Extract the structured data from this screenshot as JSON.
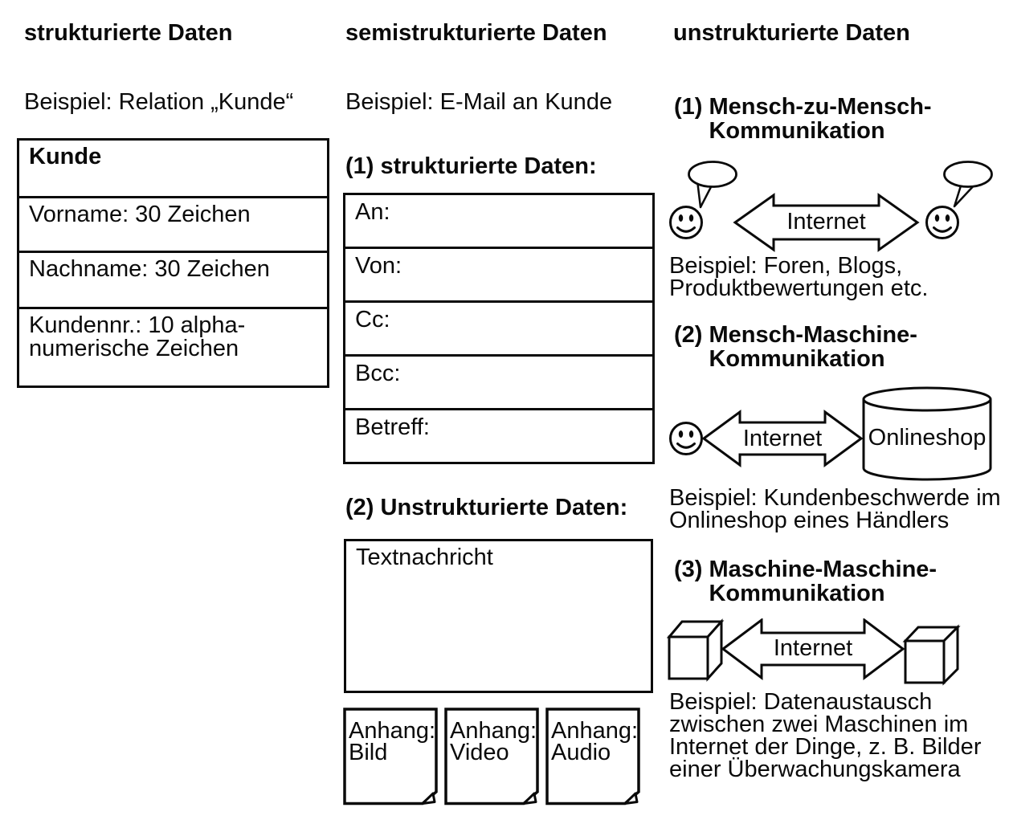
{
  "page": {
    "background": "#ffffff",
    "ink": "#0a0a0a"
  },
  "col_structured": {
    "title": "strukturierte Daten",
    "example": "Beispiel: Relation „Kunde“",
    "table": {
      "header": "Kunde",
      "rows": [
        [
          "Vorname: 30 Zeichen"
        ],
        [
          "Nachname: 30 Zeichen"
        ],
        [
          "Kundennr.: 10 alpha-",
          "numerische Zeichen"
        ]
      ]
    }
  },
  "col_semistructured": {
    "title": "semistrukturierte Daten",
    "example": "Beispiel: E-Mail an Kunde",
    "part1_label": "(1) strukturierte Daten:",
    "email_fields": [
      "An:",
      "Von:",
      "Cc:",
      "Bcc:",
      "Betreff:"
    ],
    "part2_label": "(2) Unstrukturierte Daten:",
    "message_box": "Textnachricht",
    "attachments": [
      [
        "Anhang:",
        "Bild"
      ],
      [
        "Anhang:",
        "Video"
      ],
      [
        "Anhang:",
        "Audio"
      ]
    ]
  },
  "col_unstructured": {
    "title": "unstrukturierte Daten",
    "sections": [
      {
        "num": "(1)",
        "heading": [
          "Mensch-zu-Mensch-",
          "Kommunikation"
        ],
        "arrow_label": "Internet",
        "example": [
          "Beispiel: Foren, Blogs,",
          "Produktbewertungen etc."
        ]
      },
      {
        "num": "(2)",
        "heading": [
          "Mensch-Maschine-",
          "Kommunikation"
        ],
        "arrow_label": "Internet",
        "node_label": "Onlineshop",
        "example": [
          "Beispiel: Kundenbeschwerde im",
          "Onlineshop eines Händlers"
        ]
      },
      {
        "num": "(3)",
        "heading": [
          "Maschine-Maschine-",
          "Kommunikation"
        ],
        "arrow_label": "Internet",
        "example": [
          "Beispiel: Datenaustausch",
          "zwischen zwei Maschinen im",
          "Internet der Dinge, z. B. Bilder",
          "einer Überwachungskamera"
        ]
      }
    ]
  }
}
